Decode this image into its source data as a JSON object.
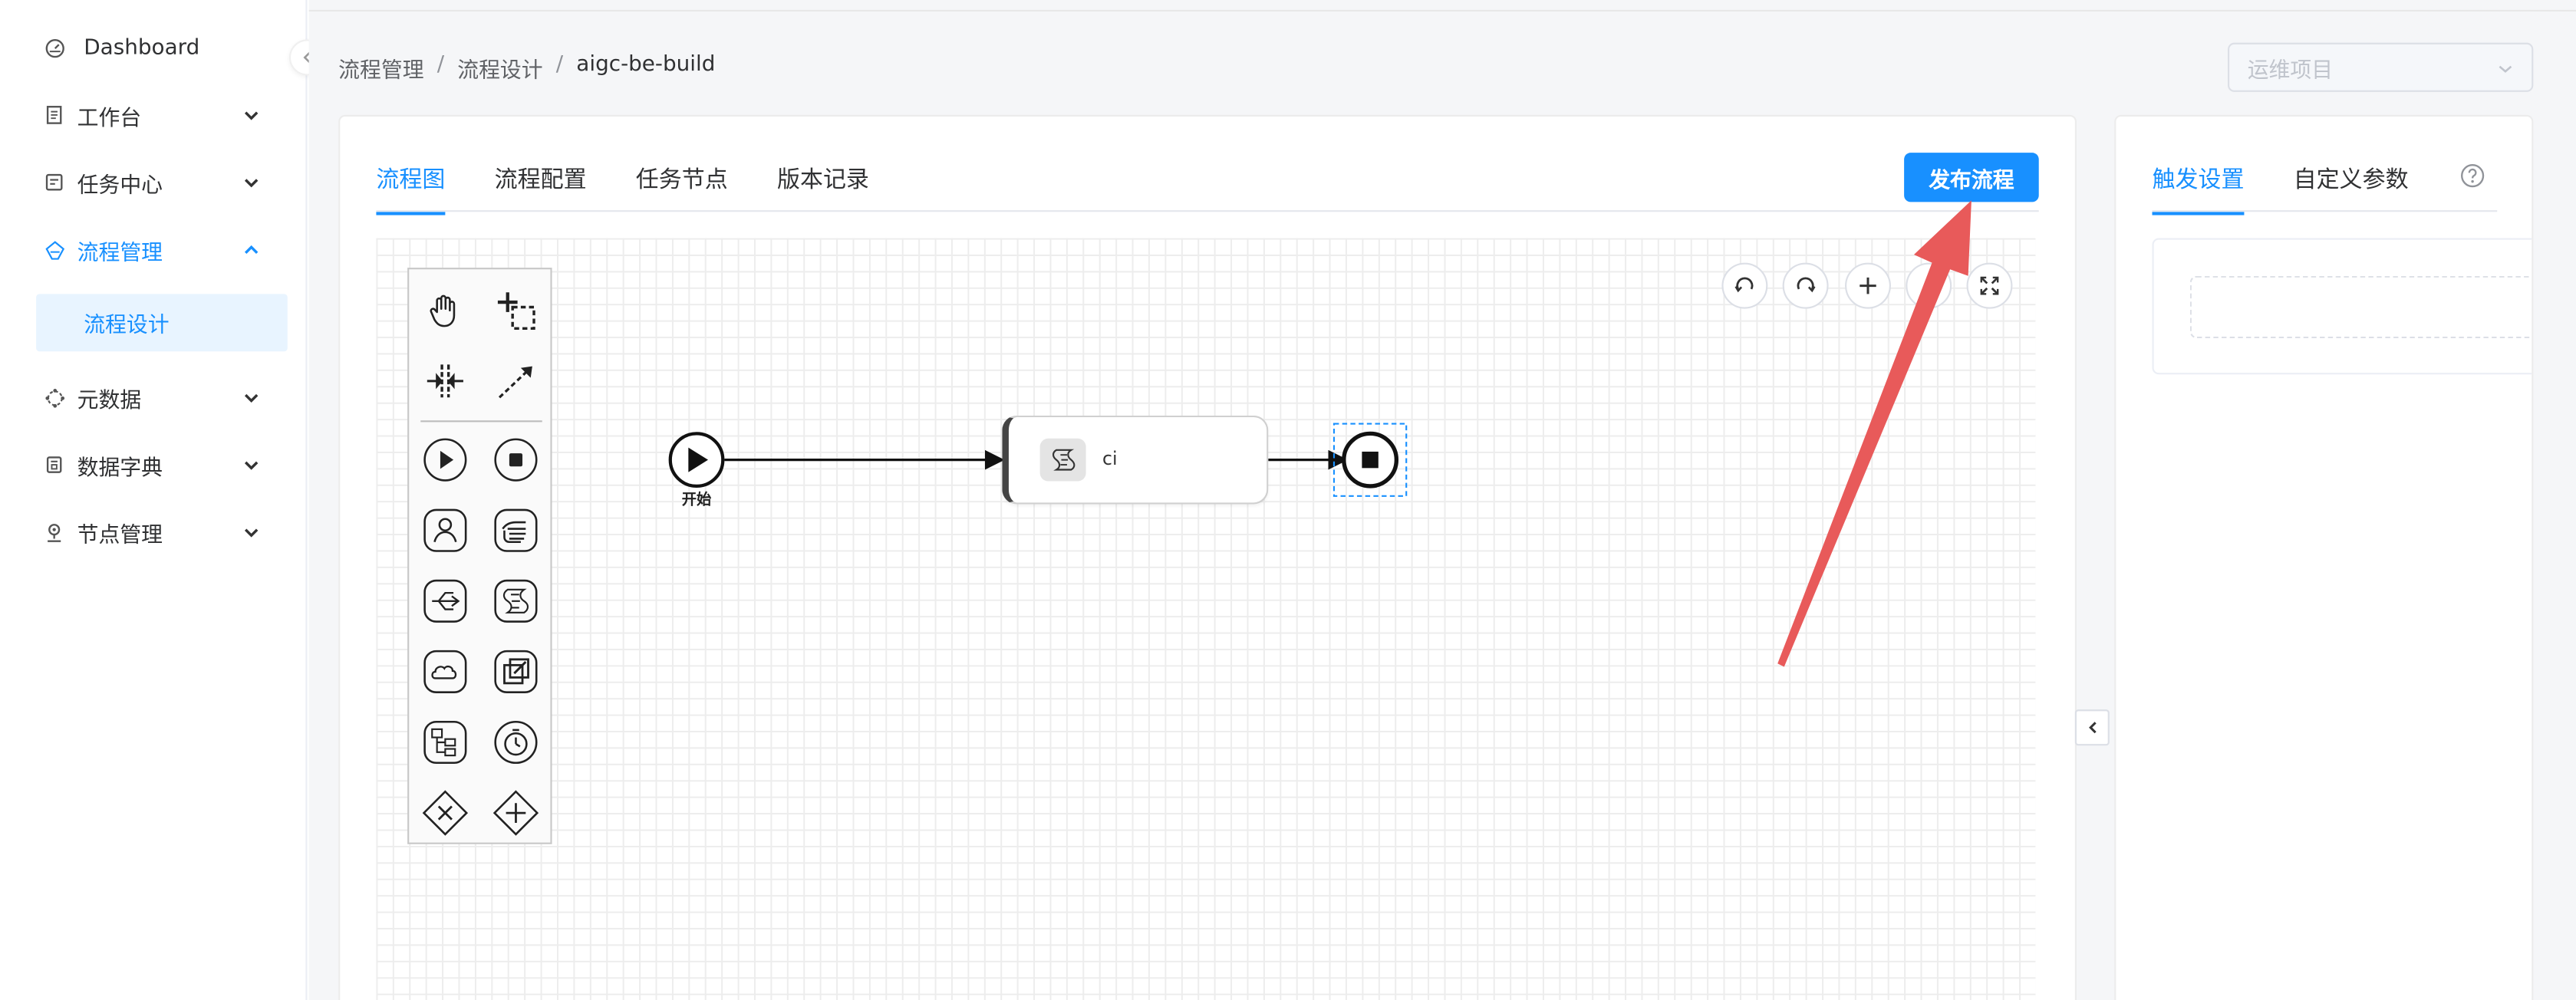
{
  "sidebar": {
    "items": [
      {
        "label": "Dashboard",
        "icon": "dashboard-icon"
      },
      {
        "label": "工作台",
        "icon": "document-icon"
      },
      {
        "label": "任务中心",
        "icon": "task-icon"
      },
      {
        "label": "流程管理",
        "icon": "flow-icon"
      },
      {
        "label": "元数据",
        "icon": "metadata-icon"
      },
      {
        "label": "数据字典",
        "icon": "dictionary-icon"
      },
      {
        "label": "节点管理",
        "icon": "node-icon"
      }
    ],
    "submenu": {
      "label": "流程设计"
    }
  },
  "breadcrumb": [
    "流程管理",
    "流程设计",
    "aigc-be-build"
  ],
  "breadcrumb_sep": "/",
  "project_select": {
    "placeholder": "运维项目"
  },
  "tabs": [
    "流程图",
    "流程配置",
    "任务节点",
    "版本记录"
  ],
  "publish_button": "发布流程",
  "diagram": {
    "start_label": "开始",
    "task_label": "ci"
  },
  "right_panel": {
    "tabs": [
      "触发设置",
      "自定义参数"
    ]
  },
  "colors": {
    "accent": "#1890ff",
    "annotation_arrow": "#e85a5a"
  }
}
